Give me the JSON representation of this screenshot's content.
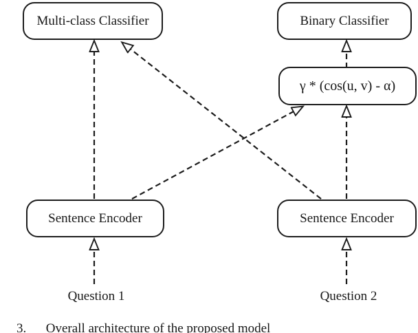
{
  "figure": {
    "nodes": {
      "multiclass": "Multi-class Classifier",
      "binary": "Binary Classifier",
      "scoring": "γ * (cos(u, v) - α)",
      "encoder1": "Sentence Encoder",
      "encoder2": "Sentence Encoder"
    },
    "inputs": {
      "q1": "Question 1",
      "q2": "Question 2"
    },
    "caption": "3.      Overall architecture of the proposed model",
    "edges": [
      {
        "from": "question-1",
        "to": "sentence-encoder-1",
        "style": "dashed",
        "arrowhead": "open-triangle"
      },
      {
        "from": "question-2",
        "to": "sentence-encoder-2",
        "style": "dashed",
        "arrowhead": "open-triangle"
      },
      {
        "from": "sentence-encoder-1",
        "to": "multi-class-classifier",
        "style": "dashed",
        "arrowhead": "open-triangle"
      },
      {
        "from": "sentence-encoder-2",
        "to": "multi-class-classifier",
        "style": "dashed",
        "arrowhead": "open-triangle"
      },
      {
        "from": "sentence-encoder-1",
        "to": "cosine-scoring",
        "style": "dashed",
        "arrowhead": "open-triangle"
      },
      {
        "from": "sentence-encoder-2",
        "to": "cosine-scoring",
        "style": "dashed",
        "arrowhead": "open-triangle"
      },
      {
        "from": "cosine-scoring",
        "to": "binary-classifier",
        "style": "dashed",
        "arrowhead": "open-triangle"
      }
    ],
    "colors": {
      "line": "#1c1c1c",
      "box_border": "#1c1c1c",
      "box_background": "#ffffff",
      "text": "#161616",
      "background": "#ffffff"
    }
  }
}
